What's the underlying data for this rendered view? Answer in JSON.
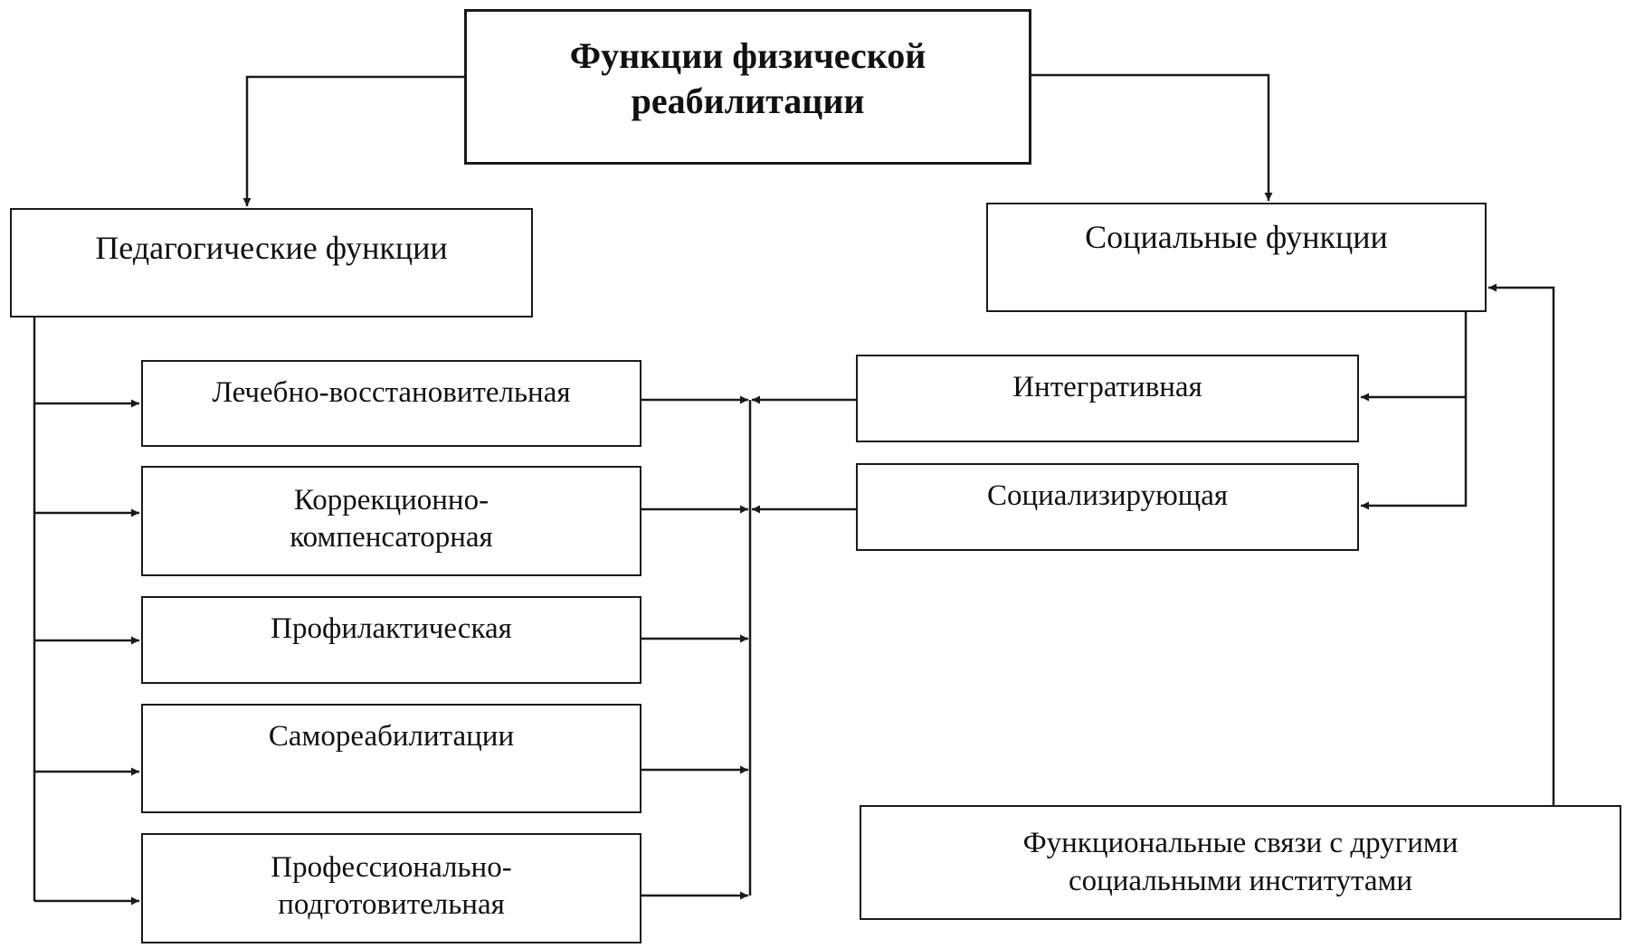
{
  "root": {
    "lines": [
      "Функции физической",
      "реабилитации"
    ]
  },
  "pedagogical": {
    "title": "Педагогические функции",
    "items": [
      {
        "lines": [
          "Лечебно-восстановительная"
        ]
      },
      {
        "lines": [
          "Коррекционно-",
          "компенсаторная"
        ]
      },
      {
        "lines": [
          "Профилактическая"
        ]
      },
      {
        "lines": [
          "Самореабилитации"
        ]
      },
      {
        "lines": [
          "Профессионально-",
          "подготовительная"
        ]
      }
    ]
  },
  "social": {
    "title": "Социальные функции",
    "items": [
      {
        "lines": [
          "Интегративная"
        ]
      },
      {
        "lines": [
          "Социализирующая"
        ]
      }
    ]
  },
  "links": {
    "lines": [
      "Функциональные связи с другими",
      "социальными институтами"
    ]
  },
  "colors": {
    "line": "#1a1a1a",
    "box_border": "#1a1a1a",
    "background": "#ffffff"
  }
}
